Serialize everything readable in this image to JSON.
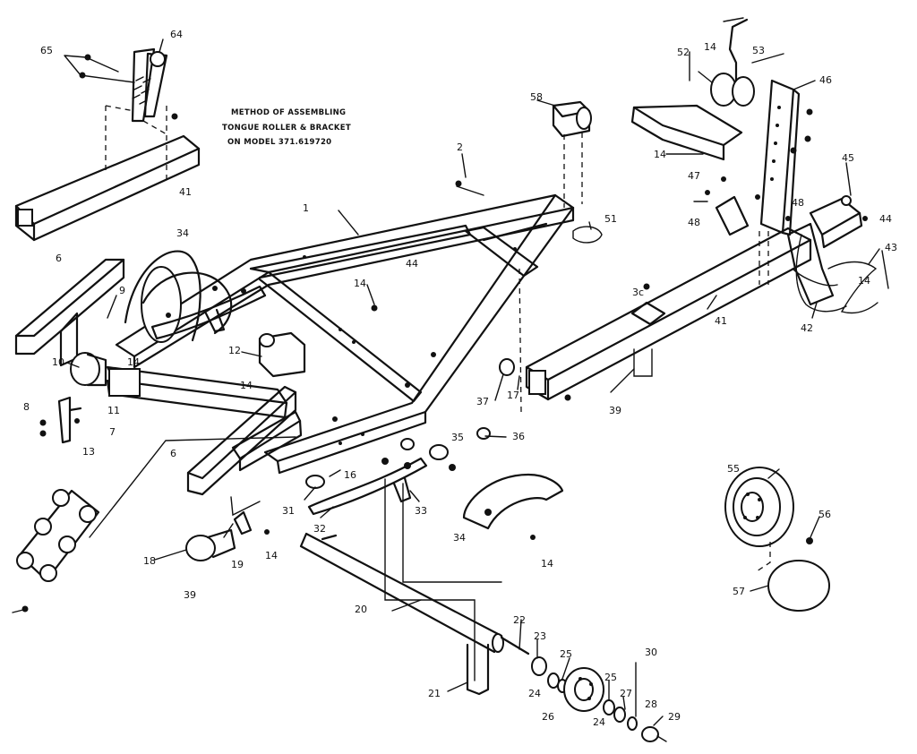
{
  "caption": {
    "line1": "METHOD OF ASSEMBLING",
    "line2": "TONGUE ROLLER & BRACKET",
    "line3": "ON MODEL 371.619720"
  },
  "labels": {
    "p1": "1",
    "p2": "2",
    "p3c": "3c",
    "p6a": "6",
    "p6b": "6",
    "p7": "7",
    "p8": "8",
    "p9": "9",
    "p10": "10",
    "p11": "11",
    "p12": "12",
    "p13": "13",
    "p14a": "14",
    "p14b": "14",
    "p14c": "14",
    "p14d": "14",
    "p14e": "14",
    "p14f": "14",
    "p14g": "14",
    "p14h": "14",
    "p16": "16",
    "p17": "17",
    "p18": "18",
    "p19": "19",
    "p20": "20",
    "p21": "21",
    "p22": "22",
    "p23": "23",
    "p24a": "24",
    "p24b": "24",
    "p25a": "25",
    "p25b": "25",
    "p26": "26",
    "p27": "27",
    "p28": "28",
    "p29": "29",
    "p30": "30",
    "p31": "31",
    "p32": "32",
    "p33": "33",
    "p34a": "34",
    "p34b": "34",
    "p35": "35",
    "p36": "36",
    "p37": "37",
    "p39a": "39",
    "p39b": "39",
    "p41a": "41",
    "p41b": "41",
    "p42": "42",
    "p43": "43",
    "p44a": "44",
    "p44b": "44",
    "p45": "45",
    "p46": "46",
    "p47": "47",
    "p48a": "48",
    "p48b": "48",
    "p51": "51",
    "p52": "52",
    "p53": "53",
    "p55": "55",
    "p56": "56",
    "p57": "57",
    "p58": "58",
    "p64": "64",
    "p65": "65"
  }
}
